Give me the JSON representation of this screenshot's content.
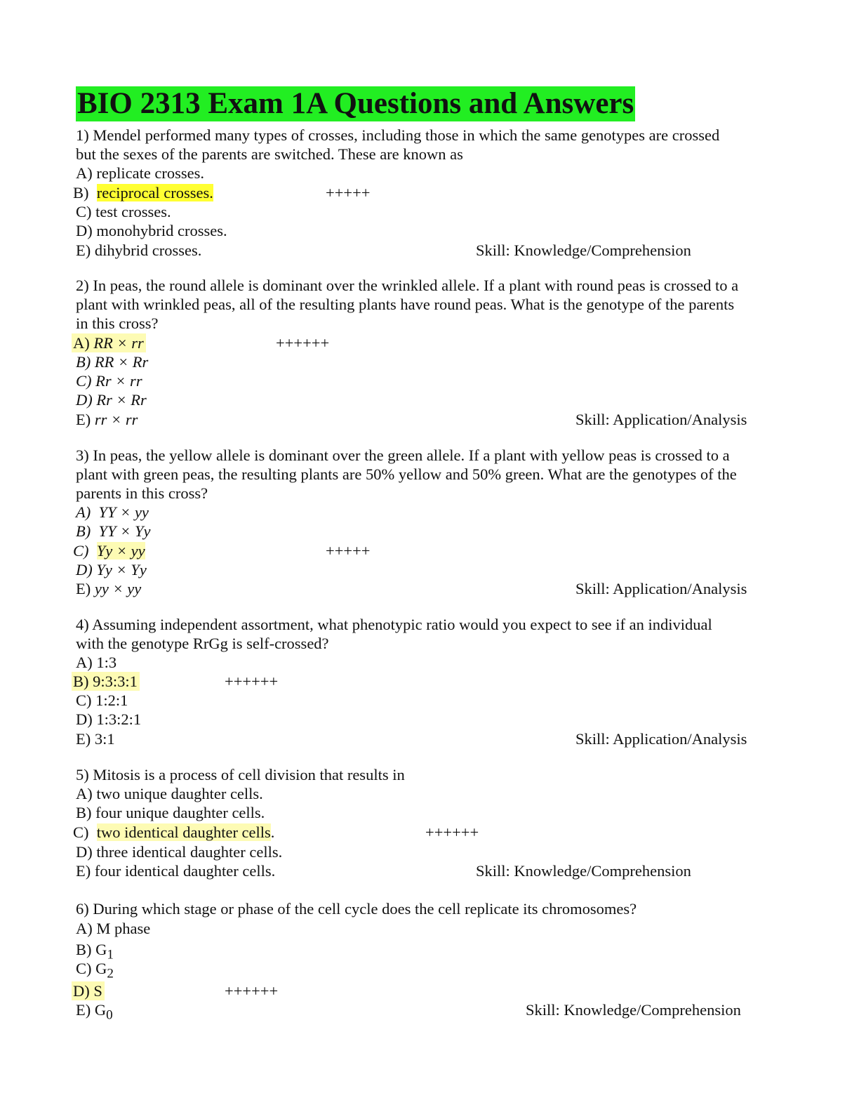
{
  "title": "BIO 2313 Exam 1A Questions and Answers",
  "q1": {
    "stem1": "1) Mendel performed many types of crosses, including those in which the same genotypes are crossed",
    "stem2": "but the sexes of the parents are switched. These are known as",
    "a": "A) replicate crosses.",
    "b_prefix": "B)",
    "b_answer": "reciprocal crosses.",
    "mark": "+++++",
    "c": "C) test crosses.",
    "d": "D) monohybrid crosses.",
    "e": "E) dihybrid crosses.",
    "skill": "Skill:  Knowledge/Comprehension"
  },
  "q2": {
    "stem1": "2) In peas, the round allele is dominant over the wrinkled allele. If a plant with round peas is crossed to a",
    "stem2": "plant with wrinkled peas, all of the resulting plants have round peas. What is the genotype of the parents",
    "stem3": "in this cross?",
    "a_prefix": "A)",
    "a_answer": "RR × rr",
    "mark": "++++++",
    "b": "B) RR × Rr",
    "c": "C) Rr × rr",
    "d": "D) Rr × Rr",
    "e_prefix": "E)",
    "e_text": "rr × rr",
    "skill": "Skill:  Application/Analysis"
  },
  "q3": {
    "stem1": "3) In peas, the yellow allele is dominant over the green allele. If a plant with yellow peas is crossed to a",
    "stem2": "plant with green peas, the resulting plants are 50% yellow and 50% green. What are the genotypes of the",
    "stem3": "parents in this cross?",
    "a": "A)  YY × yy",
    "b": "B)  YY × Yy",
    "c_prefix": "C)",
    "c_answer": "Yy × yy",
    "mark": "+++++",
    "d": "D) Yy × Yy",
    "e_prefix": "E)",
    "e_text": "yy × yy",
    "skill": "Skill:  Application/Analysis"
  },
  "q4": {
    "stem1": "4) Assuming independent assortment, what phenotypic ratio would you expect to see if an individual",
    "stem2": "with the genotype RrGg is self-crossed?",
    "a": "A) 1:3",
    "b_answer": "B) 9:3:3:1",
    "mark": "++++++",
    "c": "C) 1:2:1",
    "d": "D) 1:3:2:1",
    "e": "E) 3:1",
    "skill": "Skill:  Application/Analysis"
  },
  "q5": {
    "stem1": "5) Mitosis is a process of cell division that results in",
    "a": "A) two unique daughter cells.",
    "b": "B) four unique daughter cells.",
    "c_prefix": "C)",
    "c_answer": "two identical daughter cells",
    "c_suffix": ".",
    "mark": "++++++",
    "d": "D) three identical daughter cells.",
    "e": "E) four identical daughter cells.",
    "skill": "Skill:  Knowledge/Comprehension"
  },
  "q6": {
    "stem1": "6) During which stage or phase of the cell cycle does the cell replicate its chromosomes?",
    "a": "A) M phase",
    "b_prefix": "B) G",
    "b_sub": "1",
    "c_prefix": "C) G",
    "c_sub": "2",
    "d_answer": "D) S",
    "mark": "++++++",
    "e_prefix": "E) G",
    "e_sub": "0",
    "skill": "Skill:  Knowledge/Comprehension"
  }
}
